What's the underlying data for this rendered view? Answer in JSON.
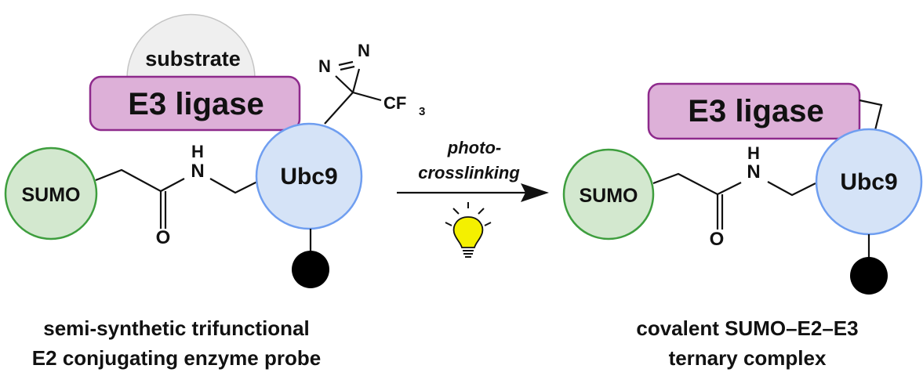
{
  "left": {
    "substrate_label": "substrate",
    "e3_label": "E3 ligase",
    "sumo_label": "SUMO",
    "ubc9_label": "Ubc9",
    "amide": {
      "h": "H",
      "n": "N",
      "o": "O"
    },
    "diazirine": {
      "n1": "N",
      "n2": "N",
      "cf": "CF",
      "sub": "3"
    },
    "caption": [
      "semi-synthetic trifunctional",
      "E2 conjugating enzyme probe"
    ]
  },
  "arrow": {
    "label_line1": "photo-",
    "label_line2": "crosslinking",
    "icon": "lightbulb-icon"
  },
  "right": {
    "e3_label": "E3 ligase",
    "sumo_label": "SUMO",
    "ubc9_label": "Ubc9",
    "amide": {
      "h": "H",
      "n": "N",
      "o": "O"
    },
    "caption": [
      "covalent SUMO–E2–E3",
      "ternary complex"
    ]
  },
  "colors": {
    "sumo_fill": "#d3e8cf",
    "sumo_stroke": "#3e9e3e",
    "ubc9_fill": "#d5e3f7",
    "ubc9_stroke": "#6f9ef0",
    "e3_fill": "#ddb0d8",
    "e3_stroke": "#8e2a8c",
    "substrate_fill": "#efefef",
    "substrate_stroke": "#c4c4c4",
    "bulb_fill": "#f4f000"
  }
}
